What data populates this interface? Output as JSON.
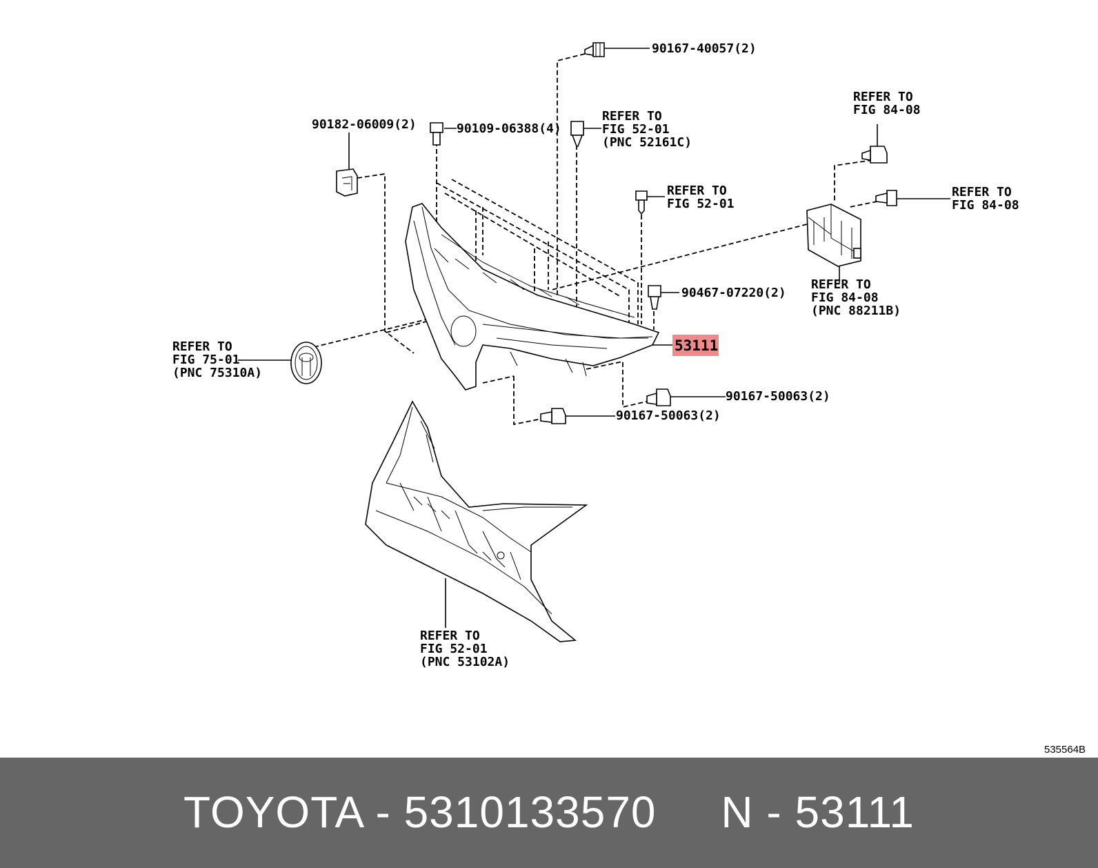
{
  "callouts": [
    {
      "id": "c1",
      "lines": [
        "90167-40057(2)"
      ]
    },
    {
      "id": "c2",
      "lines": [
        "90182-06009(2)"
      ]
    },
    {
      "id": "c3",
      "lines": [
        "90109-06388(4)"
      ]
    },
    {
      "id": "c4",
      "lines": [
        "REFER TO",
        "FIG 52-01",
        "(PNC 52161C)"
      ]
    },
    {
      "id": "c5",
      "lines": [
        "REFER TO",
        "FIG 84-08"
      ]
    },
    {
      "id": "c6",
      "lines": [
        "REFER TO",
        "FIG 52-01"
      ]
    },
    {
      "id": "c7",
      "lines": [
        "REFER TO",
        "FIG 84-08"
      ]
    },
    {
      "id": "c8",
      "lines": [
        "90467-07220(2)"
      ]
    },
    {
      "id": "c9",
      "lines": [
        "REFER TO",
        "FIG 84-08",
        "(PNC 88211B)"
      ]
    },
    {
      "id": "c10",
      "lines": [
        "REFER TO",
        "FIG 75-01",
        "(PNC 75310A)"
      ]
    },
    {
      "id": "c11",
      "lines": [
        "90167-50063(2)"
      ]
    },
    {
      "id": "c12",
      "lines": [
        "90167-50063(2)"
      ]
    },
    {
      "id": "c13",
      "lines": [
        "REFER TO",
        "FIG 52-01",
        "(PNC 53102A)"
      ]
    }
  ],
  "highlight": "53111",
  "figure_id": "535564B",
  "footer": {
    "brand": "TOYOTA",
    "part_number": "5310133570",
    "ref_label": "N",
    "ref_value": "53111",
    "separator": "-"
  },
  "colors": {
    "highlight": "#f08a8a",
    "footer_bg": "#666666",
    "footer_text": "#ffffff"
  }
}
